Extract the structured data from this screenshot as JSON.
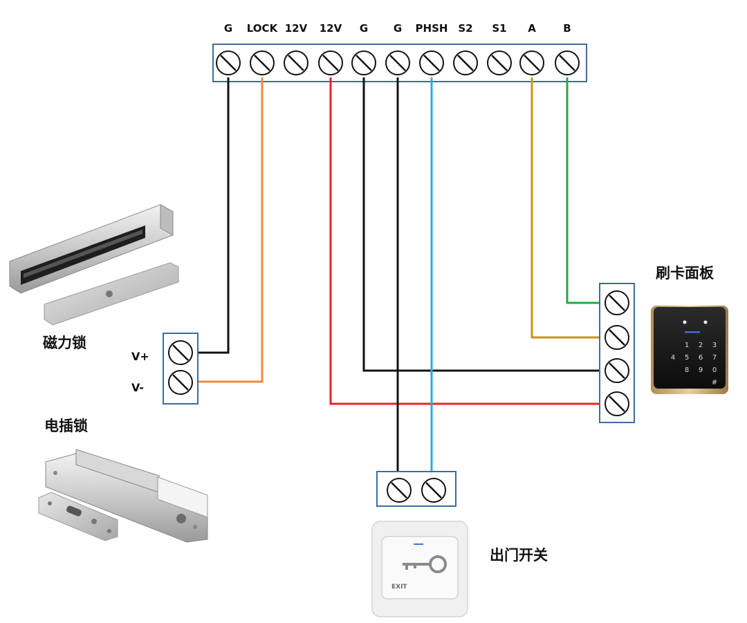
{
  "terminal_block": {
    "labels": [
      "G",
      "LOCK",
      "12V",
      "12V",
      "G",
      "G",
      "PHSH",
      "S2",
      "S1",
      "A",
      "B"
    ]
  },
  "devices": {
    "mag_lock": {
      "name": "磁力锁",
      "pins": [
        "V+",
        "V-"
      ]
    },
    "bolt_lock": {
      "name": "电插锁"
    },
    "card_reader": {
      "name": "刷卡面板"
    },
    "exit_button": {
      "name": "出门开关",
      "exit_text": "EXIT"
    }
  },
  "keypad": {
    "keys": [
      "1",
      "2",
      "3",
      "4",
      "5",
      "6",
      "7",
      "8",
      "9",
      "0",
      "#"
    ]
  },
  "wire_colors": {
    "black": "#111111",
    "orange": "#f08a3c",
    "red": "#ee2222",
    "blue": "#2aa9e0",
    "gold": "#c8960c",
    "green": "#22aa44"
  }
}
